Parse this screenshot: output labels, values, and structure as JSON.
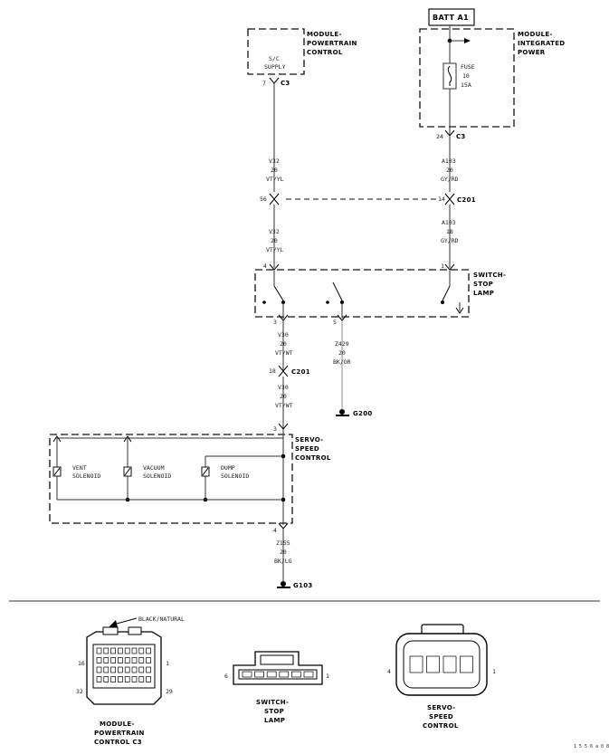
{
  "components": {
    "powertrain_module": {
      "name_l1": "MODULE-",
      "name_l2": "POWERTRAIN",
      "name_l3": "CONTROL",
      "pin_l1": "S/C",
      "pin_l2": "SUPPLY",
      "pin_num": "7",
      "connector": "C3"
    },
    "integrated_power": {
      "name_l1": "MODULE-",
      "name_l2": "INTEGRATED",
      "name_l3": "POWER",
      "batt": "BATT A1",
      "fuse_l1": "FUSE",
      "fuse_l2": "10",
      "fuse_l3": "15A",
      "pin_num": "24",
      "connector": "C3"
    },
    "stop_lamp_switch": {
      "name_l1": "SWITCH-",
      "name_l2": "STOP",
      "name_l3": "LAMP",
      "pin_top_left": "4",
      "pin_top_right": "1",
      "pin_bottom_left": "3",
      "pin_bottom_mid": "5"
    },
    "servo": {
      "name_l1": "SERVO-",
      "name_l2": "SPEED",
      "name_l3": "CONTROL",
      "pin_top": "3",
      "pin_bottom": "4",
      "vent_l1": "VENT",
      "vent_l2": "SOLENOID",
      "vac_l1": "VACUUM",
      "vac_l2": "SOLENOID",
      "dump_l1": "DUMP",
      "dump_l2": "SOLENOID"
    }
  },
  "wires": {
    "v32_upper": {
      "circuit": "V32",
      "gauge": "20",
      "color": "VT/YL"
    },
    "v32_lower": {
      "circuit": "V32",
      "gauge": "20",
      "color": "VT/YL"
    },
    "a103_upper": {
      "circuit": "A103",
      "gauge": "20",
      "color": "GY/RD"
    },
    "a103_lower": {
      "circuit": "A103",
      "gauge": "18",
      "color": "GY/RD"
    },
    "v30_upper": {
      "circuit": "V30",
      "gauge": "20",
      "color": "VT/WT"
    },
    "v30_lower": {
      "circuit": "V30",
      "gauge": "20",
      "color": "VT/WT"
    },
    "z429": {
      "circuit": "Z429",
      "gauge": "20",
      "color": "BK/OR"
    },
    "z155": {
      "circuit": "Z155",
      "gauge": "20",
      "color": "BK/LG"
    }
  },
  "inline_connectors": {
    "c201_left": {
      "pin": "56",
      "label": "C201"
    },
    "c201_right": {
      "pin": "14",
      "label": "C201"
    },
    "c201_lower": {
      "pin": "18",
      "label": "C201"
    }
  },
  "grounds": {
    "g200": "G200",
    "g103": "G103"
  },
  "connector_views": {
    "pcm": {
      "label_l1": "MODULE-",
      "label_l2": "POWERTRAIN",
      "label_l3": "CONTROL C3",
      "callout": "BLACK/NATURAL",
      "pin_tl": "16",
      "pin_tr": "1",
      "pin_bl": "32",
      "pin_br": "29"
    },
    "switch": {
      "label_l1": "SWITCH-",
      "label_l2": "STOP",
      "label_l3": "LAMP",
      "pin_l": "6",
      "pin_r": "1"
    },
    "servo": {
      "label_l1": "SERVO-",
      "label_l2": "SPEED",
      "label_l3": "CONTROL",
      "pin_l": "4",
      "pin_r": "1"
    }
  },
  "figure_id": "1 5 5 6 a 0 8"
}
